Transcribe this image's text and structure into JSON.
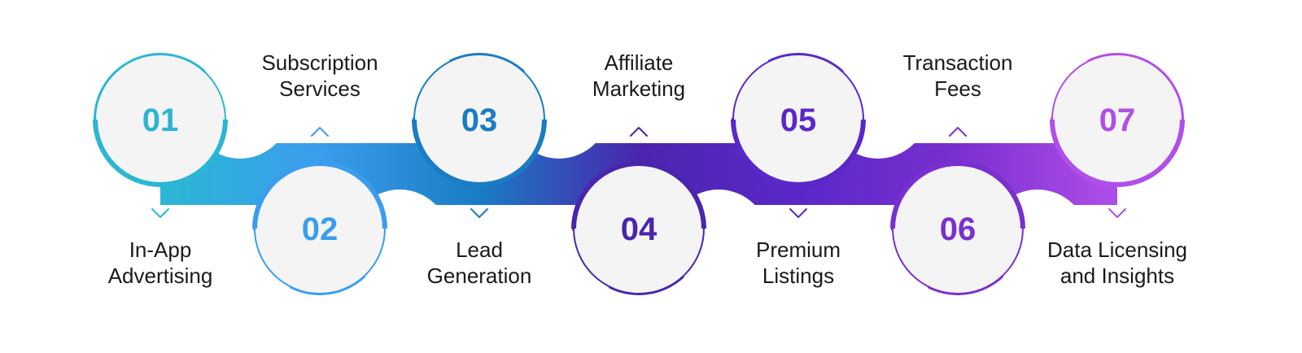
{
  "steps": [
    {
      "number": "01",
      "line1": "In-App",
      "line2": "Advertising",
      "color": "#2bb6d3"
    },
    {
      "number": "02",
      "line1": "Subscription",
      "line2": "Services",
      "color": "#3a9ded"
    },
    {
      "number": "03",
      "line1": "Lead",
      "line2": "Generation",
      "color": "#1a7cc4"
    },
    {
      "number": "04",
      "line1": "Affiliate",
      "line2": "Marketing",
      "color": "#4a25ad"
    },
    {
      "number": "05",
      "line1": "Premium",
      "line2": "Listings",
      "color": "#5a28c8"
    },
    {
      "number": "06",
      "line1": "Transaction",
      "line2": "Fees",
      "color": "#7a2fcf"
    },
    {
      "number": "07",
      "line1": "Data Licensing",
      "line2": "and Insights",
      "color": "#b04ee8"
    }
  ],
  "icons": {
    "up": "chevron-up-icon",
    "down": "chevron-down-icon"
  },
  "circle_fill": "#f4f4f4"
}
